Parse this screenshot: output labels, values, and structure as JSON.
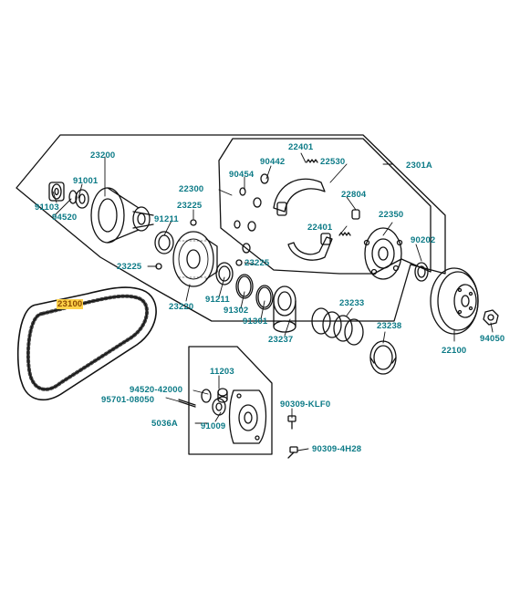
{
  "colors": {
    "label_text": "#0b7a86",
    "highlight_bg": "#ffd24a",
    "highlight_text": "#8a4a00",
    "line": "#111111"
  },
  "labels": {
    "p23200": "23200",
    "p91001": "91001",
    "p91103": "91103",
    "p94520": "94520",
    "p91211a": "91211",
    "p23225a": "23225",
    "p22300": "22300",
    "p90454": "90454",
    "p90442": "90442",
    "p22401a": "22401",
    "p22530": "22530",
    "p2301A": "2301A",
    "p22804": "22804",
    "p22401b": "22401",
    "p22350": "22350",
    "p90202": "90202",
    "p23225b": "23225",
    "p23225c": "23225",
    "p23220": "23220",
    "p91211b": "91211",
    "p91302": "91302",
    "p91301": "91301",
    "p23237": "23237",
    "p23233": "23233",
    "p23238": "23238",
    "p22100": "22100",
    "p94050": "94050",
    "p23100": "23100",
    "p11203": "11203",
    "p94520_42000": "94520-42000",
    "p95701_08050": "95701-08050",
    "p5036A": "5036A",
    "p91009": "91009",
    "p90309_KLF0": "90309-KLF0",
    "p90309_4H28": "90309-4H28"
  }
}
